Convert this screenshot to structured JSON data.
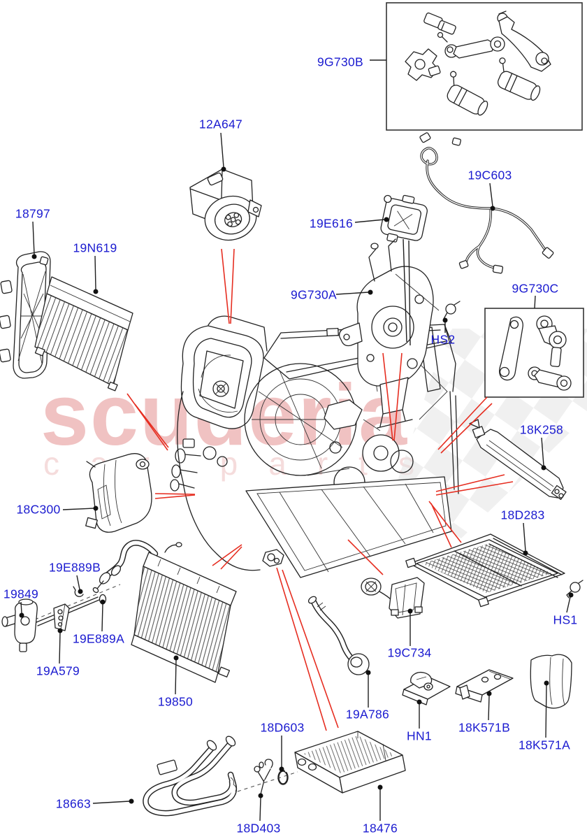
{
  "diagram": {
    "description": "Exploded parts diagram - heater and air conditioning main unit",
    "watermark": {
      "line1": "scuderia",
      "line2": "car parts"
    },
    "colors": {
      "label_blue": "#1b1bd0",
      "leader_red": "#e62e21",
      "line_black": "#1f1f1f",
      "watermark_pink": "#f0c2c2",
      "watermark_pink_light": "#f5dcdc",
      "checker_gray": "#e3e3e3",
      "background": "#ffffff"
    },
    "labels": [
      {
        "text": "9G730B"
      },
      {
        "text": "12A647"
      },
      {
        "text": "19C603"
      },
      {
        "text": "18797"
      },
      {
        "text": "19N619"
      },
      {
        "text": "19E616"
      },
      {
        "text": "9G730A"
      },
      {
        "text": "HS2"
      },
      {
        "text": "9G730C"
      },
      {
        "text": "18K258"
      },
      {
        "text": "18C300"
      },
      {
        "text": "18D283"
      },
      {
        "text": "HS1"
      },
      {
        "text": "19C734"
      },
      {
        "text": "19850"
      },
      {
        "text": "19849"
      },
      {
        "text": "19E889B"
      },
      {
        "text": "19E889A"
      },
      {
        "text": "19A579"
      },
      {
        "text": "19A786"
      },
      {
        "text": "HN1"
      },
      {
        "text": "18K571B"
      },
      {
        "text": "18K571A"
      },
      {
        "text": "18D603"
      },
      {
        "text": "18663"
      },
      {
        "text": "18D403"
      },
      {
        "text": "18476"
      }
    ]
  }
}
